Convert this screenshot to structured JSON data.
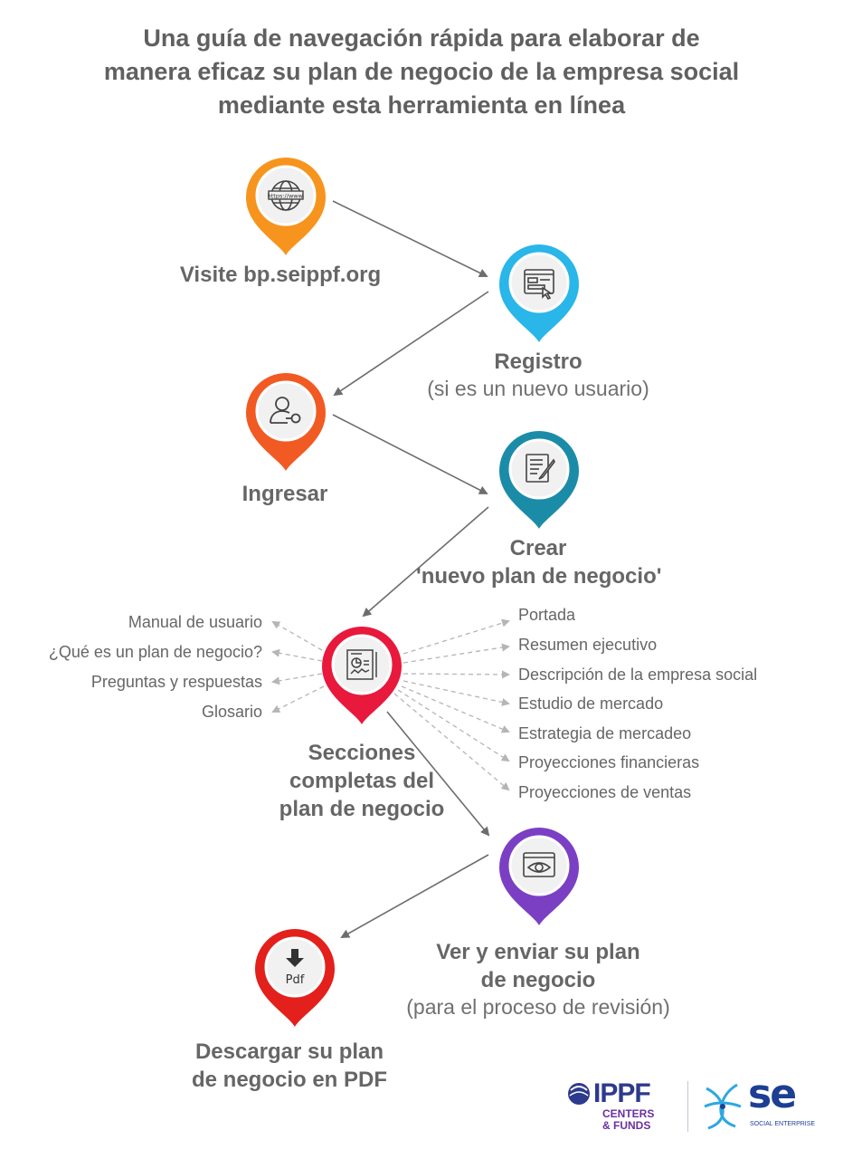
{
  "title": {
    "line1": "Una guía de navegación rápida para elaborar de",
    "line2": "manera eficaz su plan de negocio de la empresa social",
    "line3": "mediante esta herramienta en línea"
  },
  "steps": {
    "visit": {
      "label": "Visite bp.seippf.org",
      "icon": "www-globe-icon",
      "color": "#F7941D"
    },
    "register": {
      "label": "Registro",
      "sublabel": "(si es un nuevo usuario)",
      "icon": "registration-form-icon",
      "color": "#29B6E8"
    },
    "login": {
      "label": "Ingresar",
      "icon": "user-key-icon",
      "color": "#F15A22"
    },
    "create": {
      "label1": "Crear",
      "label2": "'nuevo plan de negocio'",
      "icon": "document-pen-icon",
      "color": "#1B8CA8"
    },
    "sections": {
      "label1": "Secciones",
      "label2": "completas del",
      "label3": "plan de negocio",
      "icon": "report-chart-icon",
      "color": "#E8193C"
    },
    "review": {
      "label1": "Ver y enviar su plan",
      "label2": "de negocio",
      "sublabel": "(para el proceso de revisión)",
      "icon": "eye-browser-icon",
      "color": "#7B3FC4"
    },
    "download": {
      "label1": "Descargar su plan",
      "label2": "de negocio en PDF",
      "icon": "pdf-download-icon",
      "icon_text": "Pdf",
      "color": "#E3201B"
    }
  },
  "resources": [
    "Manual de usuario",
    "¿Qué es un plan de negocio?",
    "Preguntas y respuestas",
    "Glosario"
  ],
  "plan_sections": [
    "Portada",
    "Resumen ejecutivo",
    "Descripción de la empresa social",
    "Estudio de mercado",
    "Estrategia de mercadeo",
    "Proyecciones financieras",
    "Proyecciones de ventas"
  ],
  "logos": {
    "ippf": {
      "name": "IPPF",
      "line1": "CENTERS",
      "line2": "& FUNDS",
      "color": "#2E3A8C",
      "accent": "#6B2FA0"
    },
    "se": {
      "name": "se",
      "tagline": "SOCIAL ENTERPRISE",
      "color": "#1C3F94",
      "accent": "#2DA8E0"
    }
  }
}
